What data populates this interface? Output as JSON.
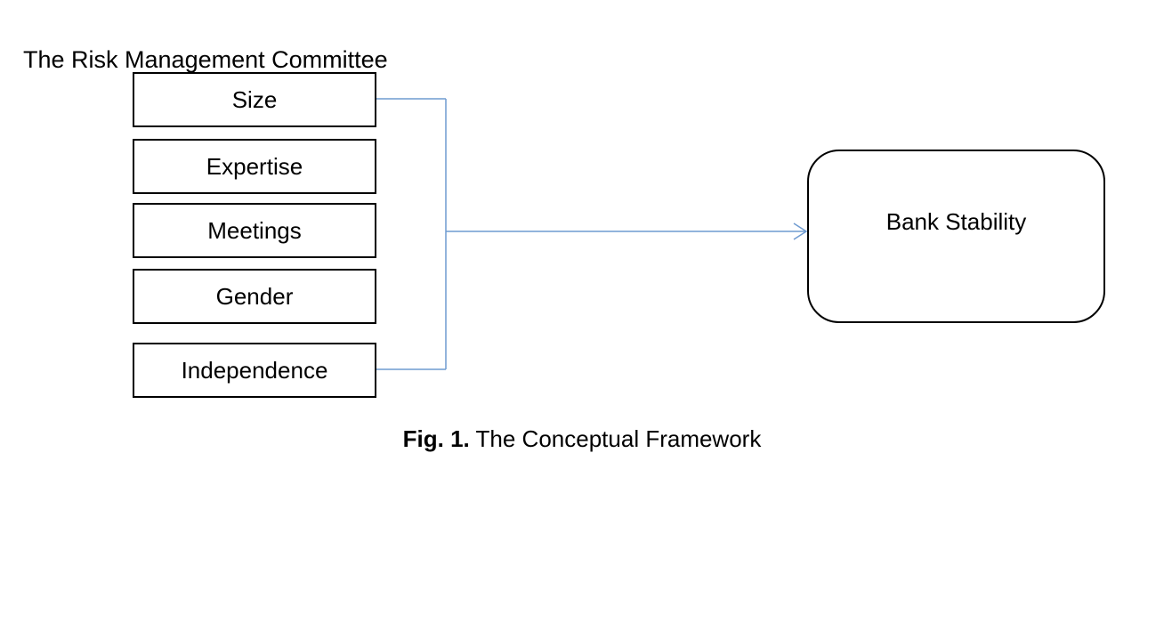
{
  "diagram": {
    "group_title": "The Risk Management Committee",
    "variables": [
      {
        "label": "Size"
      },
      {
        "label": "Expertise"
      },
      {
        "label": "Meetings"
      },
      {
        "label": "Gender"
      },
      {
        "label": "Independence"
      }
    ],
    "outcome": {
      "label": "Bank Stability"
    },
    "connector_color": "#6f9bd1",
    "border_color": "#000000"
  },
  "caption": {
    "fig_label": "Fig. 1.",
    "text": "The Conceptual Framework"
  }
}
